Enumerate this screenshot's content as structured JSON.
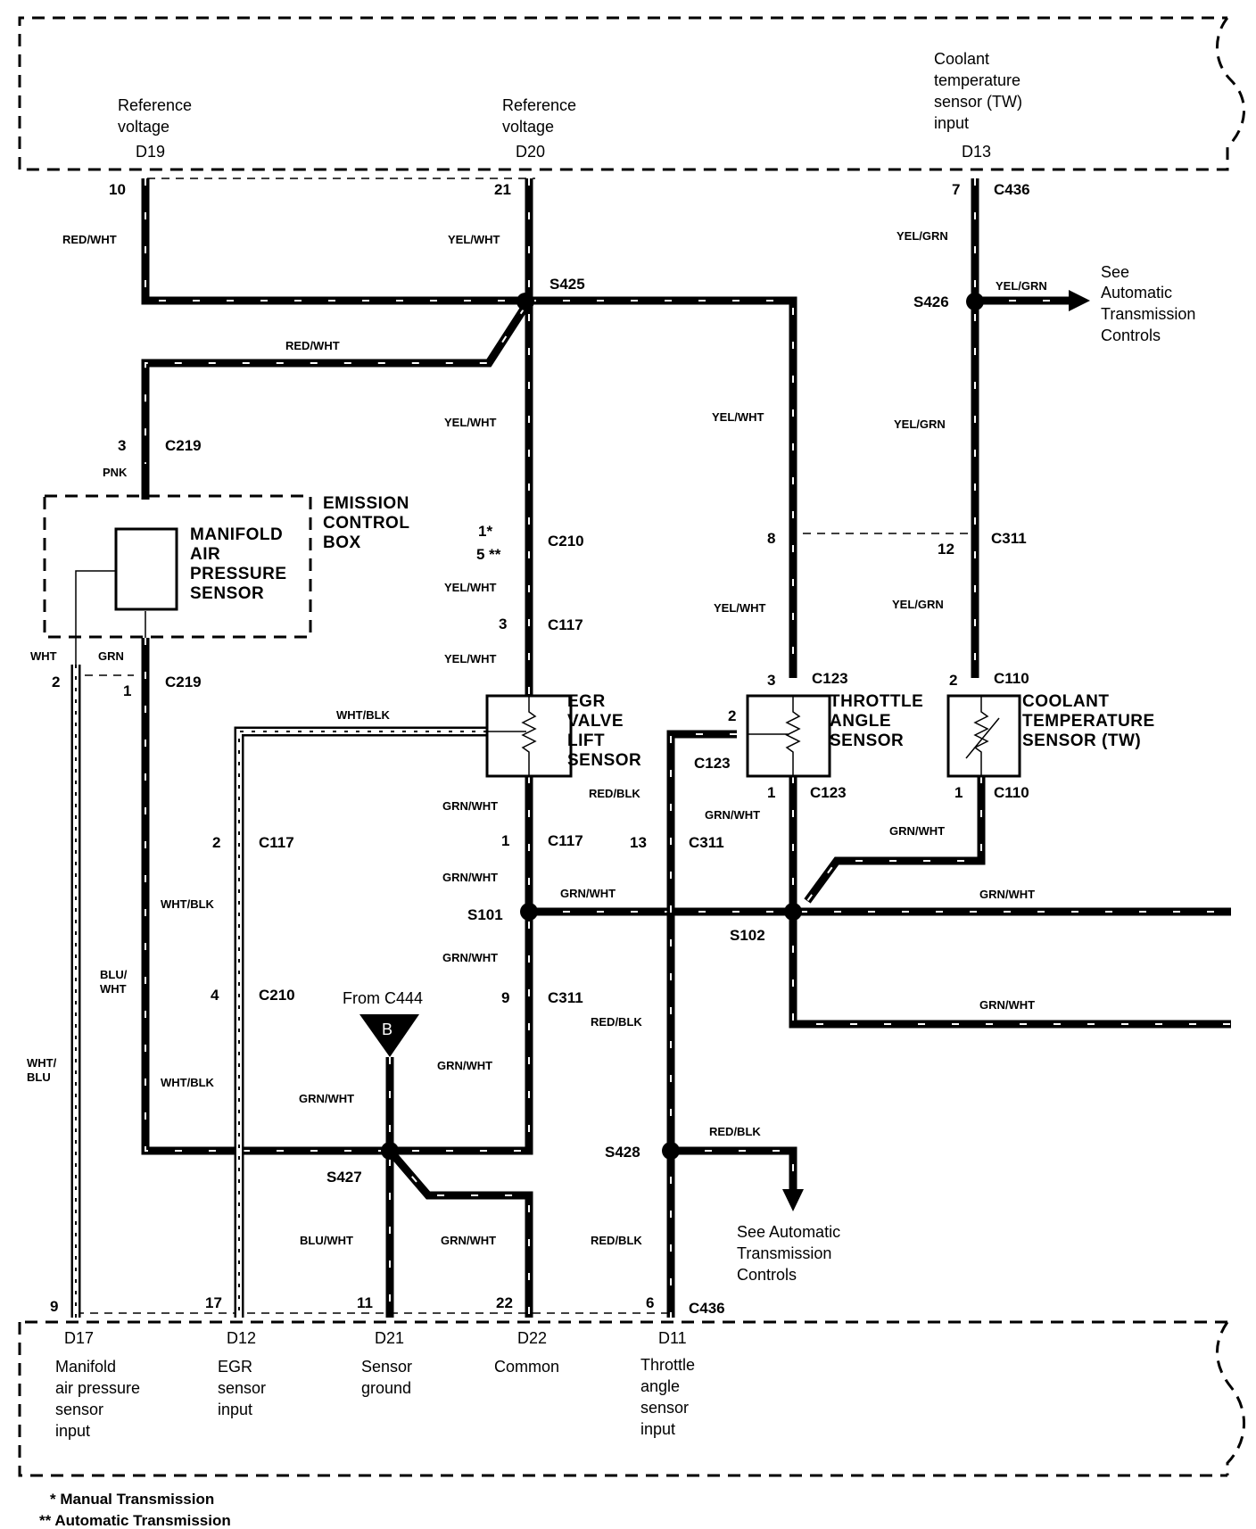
{
  "ecm_top": {
    "pins": [
      {
        "id": "D19",
        "label_lines": [
          "Reference",
          "voltage"
        ],
        "pin": "10"
      },
      {
        "id": "D20",
        "label_lines": [
          "Reference",
          "voltage"
        ],
        "pin": "21"
      },
      {
        "id": "D13",
        "label_lines": [
          "Coolant",
          "temperature",
          "sensor (TW)",
          "input"
        ],
        "pin": "7"
      }
    ],
    "connector": "C436"
  },
  "ecm_bottom": {
    "pins": [
      {
        "id": "D17",
        "pin": "9",
        "label_lines": [
          "Manifold",
          "air pressure",
          "sensor",
          "input"
        ]
      },
      {
        "id": "D12",
        "pin": "17",
        "label_lines": [
          "EGR",
          "sensor",
          "input"
        ]
      },
      {
        "id": "D21",
        "pin": "11",
        "label_lines": [
          "Sensor",
          "ground"
        ]
      },
      {
        "id": "D22",
        "pin": "22",
        "label_lines": [
          "Common"
        ]
      },
      {
        "id": "D11",
        "pin": "6",
        "label_lines": [
          "Throttle",
          "angle",
          "sensor",
          "input"
        ]
      }
    ],
    "connector": "C436"
  },
  "wire_colors": {
    "red_wht": "RED/WHT",
    "yel_wht": "YEL/WHT",
    "yel_grn": "YEL/GRN",
    "pnk": "PNK",
    "wht": "WHT",
    "grn": "GRN",
    "wht_blk": "WHT/BLK",
    "grn_wht": "GRN/WHT",
    "red_blk": "RED/BLK",
    "blu_wht": "BLU/WHT",
    "blu_wht_a": "BLU/",
    "blu_wht_b": "WHT",
    "wht_blu_a": "WHT/",
    "wht_blu_b": "BLU"
  },
  "splices": {
    "s425": "S425",
    "s426": "S426",
    "s101": "S101",
    "s102": "S102",
    "s427": "S427",
    "s428": "S428"
  },
  "connectors": {
    "c219": "C219",
    "c210": "C210",
    "c117": "C117",
    "c123": "C123",
    "c311": "C311",
    "c110": "C110",
    "c436": "C436"
  },
  "pins": {
    "c219_3": "3",
    "c219_2": "2",
    "c219_1": "1",
    "c210_1": "1*",
    "c210_5": "5 **",
    "c117_3": "3",
    "c311_8": "8",
    "c311_12": "12",
    "c123_3": "3",
    "c110_2": "2",
    "c123_2": "2",
    "c123_1": "1",
    "c110_1": "1",
    "c117_1": "1",
    "c311_13": "13",
    "c117_2": "2",
    "c210_4": "4",
    "c311_9": "9"
  },
  "components": {
    "map_sensor": [
      "MANIFOLD",
      "AIR",
      "PRESSURE",
      "SENSOR"
    ],
    "emission_box": [
      "EMISSION",
      "CONTROL",
      "BOX"
    ],
    "egr_sensor": [
      "EGR",
      "VALVE",
      "LIFT",
      "SENSOR"
    ],
    "throttle_sensor": [
      "THROTTLE",
      "ANGLE",
      "SENSOR"
    ],
    "coolant_sensor": [
      "COOLANT",
      "TEMPERATURE",
      "SENSOR (TW)"
    ]
  },
  "see_atc_right": [
    "See",
    "Automatic",
    "Transmission",
    "Controls"
  ],
  "see_atc_bottom": [
    "See Automatic",
    "Transmission",
    "Controls"
  ],
  "from_c444": "From C444",
  "ref_b": "B",
  "footnotes": [
    "*  Manual Transmission",
    "** Automatic Transmission"
  ]
}
